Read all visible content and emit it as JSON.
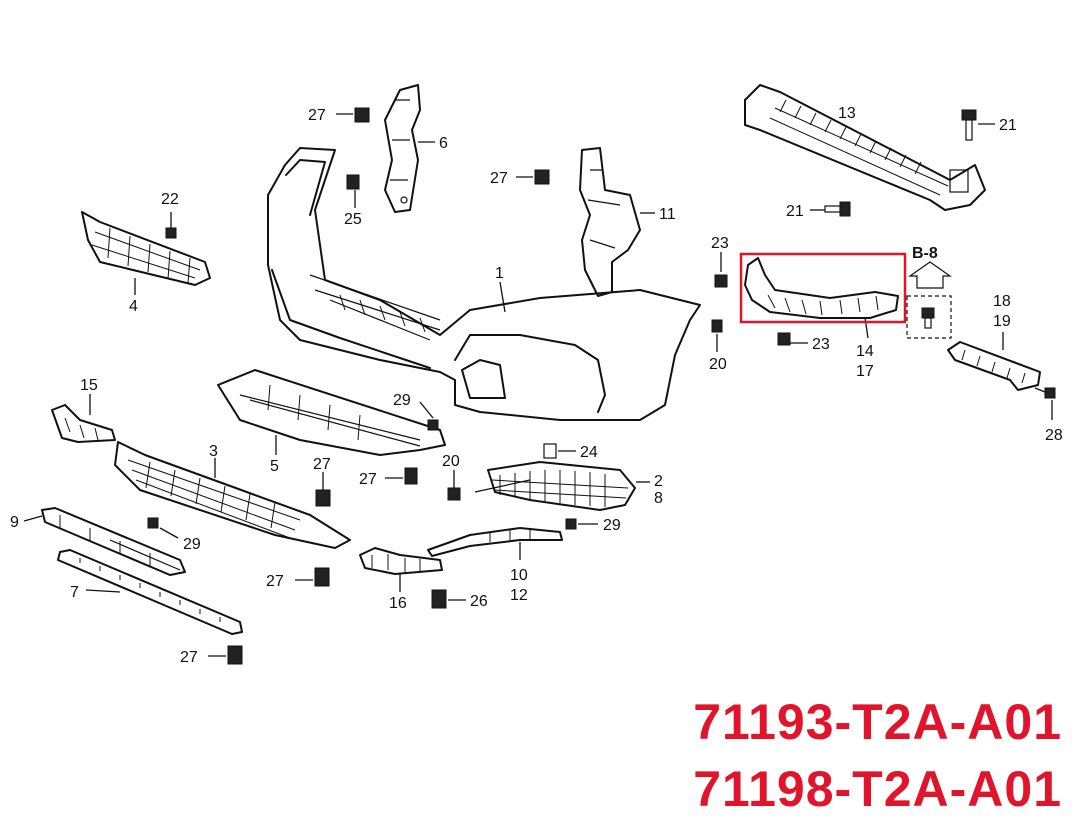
{
  "diagram": {
    "callouts": {
      "c1": "1",
      "c2": "2",
      "c3": "3",
      "c4": "4",
      "c5": "5",
      "c6": "6",
      "c7": "7",
      "c8": "8",
      "c9": "9",
      "c10": "10",
      "c11": "11",
      "c12": "12",
      "c13": "13",
      "c14": "14",
      "c15": "15",
      "c16": "16",
      "c17": "17",
      "c18": "18",
      "c19": "19",
      "c20": "20",
      "c21": "21",
      "c22": "22",
      "c23": "23",
      "c24": "24",
      "c25": "25",
      "c26": "26",
      "c27": "27",
      "c28": "28",
      "c29": "29"
    },
    "ref_label": "B-8"
  },
  "part_numbers": [
    "71193-T2A-A01",
    "71198-T2A-A01"
  ],
  "colors": {
    "highlight": "#e0142b",
    "lines": "#111111",
    "background": "#ffffff"
  }
}
